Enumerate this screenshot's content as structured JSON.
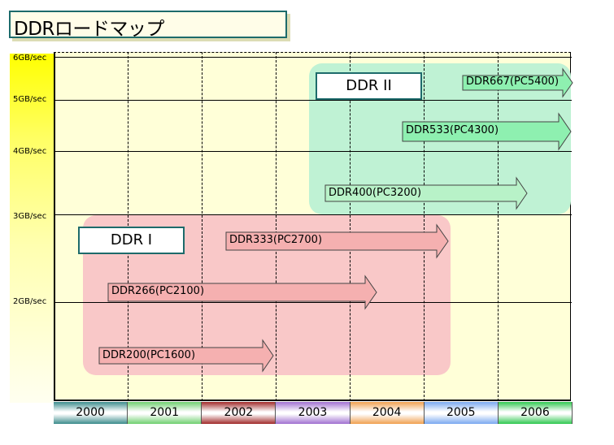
{
  "title": "DDRロードマップ",
  "y_axis": [
    "6GB/sec",
    "5GB/sec",
    "4GB/sec",
    "3GB/sec",
    "2GB/sec"
  ],
  "x_axis": [
    "2000",
    "2001",
    "2002",
    "2003",
    "2004",
    "2005",
    "2006"
  ],
  "generations": [
    {
      "label": "DDR I",
      "color": "#f9c8c8"
    },
    {
      "label": "DDR II",
      "color": "#bff2d4"
    }
  ],
  "arrows": [
    {
      "label": "DDR200(PC1600)",
      "color": "#f5b0b0"
    },
    {
      "label": "DDR266(PC2100)",
      "color": "#f5b0b0"
    },
    {
      "label": "DDR333(PC2700)",
      "color": "#f5b0b0"
    },
    {
      "label": "DDR400(PC3200)",
      "color": "#b8f2c8"
    },
    {
      "label": "DDR533(PC4300)",
      "color": "#8ef0b0"
    },
    {
      "label": "DDR667(PC5400)",
      "color": "#8ef0b0"
    }
  ],
  "year_colors": [
    "#3c8c8c",
    "#6fcf6f",
    "#a02a2a",
    "#a070d0",
    "#f0a050",
    "#7aa8f0",
    "#30c850"
  ]
}
